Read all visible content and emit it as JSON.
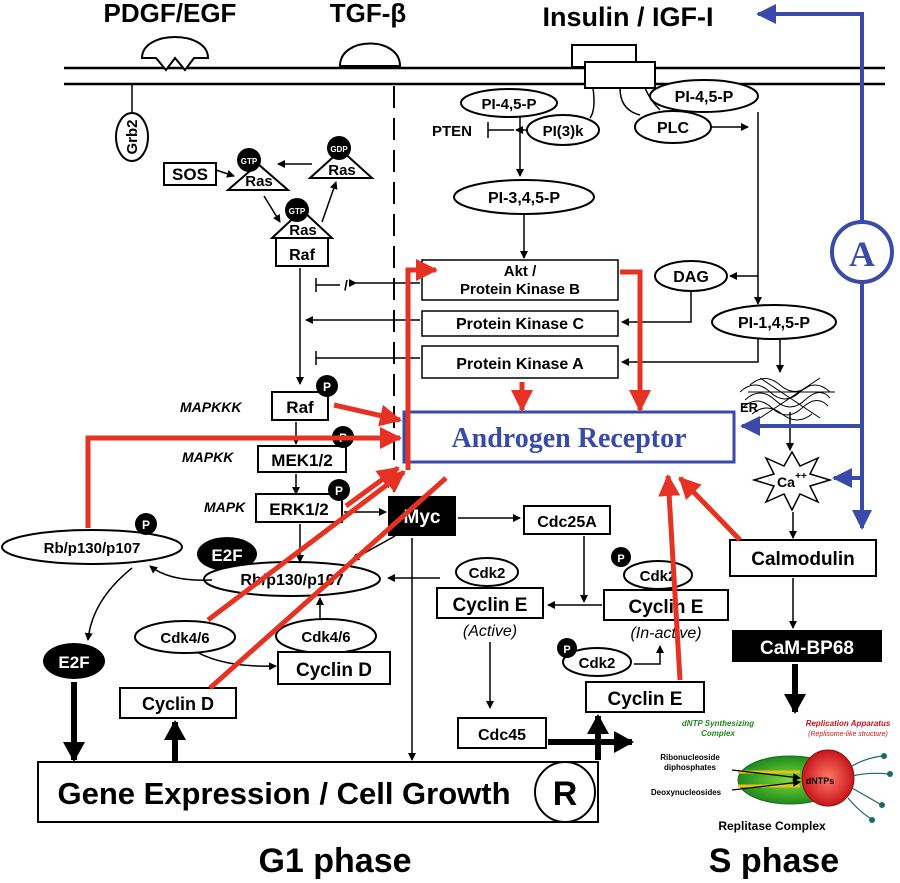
{
  "receptors": {
    "pdgf": "PDGF/EGF",
    "tgf": "TGF-β",
    "insulin": "Insulin / IGF-I"
  },
  "nodes": {
    "grb2": "Grb2",
    "sos": "SOS",
    "gtp": "GTP",
    "gdp": "GDP",
    "ras": "Ras",
    "raf": "Raf",
    "pi45p": "PI-4,5-P",
    "pten": "PTEN",
    "pi3k": "PI(3)k",
    "plc": "PLC",
    "pi345p": "PI-3,4,5-P",
    "akt_line1": "Akt /",
    "akt_line2": "Protein Kinase B",
    "dag": "DAG",
    "pkc": "Protein Kinase C",
    "pka": "Protein Kinase A",
    "pi145p": "PI-1,4,5-P",
    "er": "ER",
    "ca": "Ca",
    "ca_sup": "++",
    "p": "P",
    "slash": "/",
    "mapkkk": "MAPKKK",
    "mapkk": "MAPKK",
    "mapk": "MAPK",
    "mek": "MEK1/2",
    "erk": "ERK1/2",
    "myc": "Myc",
    "cdc25a": "Cdc25A",
    "androgen_receptor": "Androgen Receptor",
    "calmodulin": "Calmodulin",
    "cambp68": "CaM-BP68",
    "rb": "Rb/p130/p107",
    "e2f": "E2F",
    "cdk46": "Cdk4/6",
    "cyclin_d": "Cyclin D",
    "cdk2": "Cdk2",
    "cyclin_e": "Cyclin E",
    "cyclin_e_active": "(Active)",
    "cyclin_e_inactive": "(In-active)",
    "cdc45": "Cdc45",
    "gene_expression": "Gene Expression / Cell Growth",
    "r": "R",
    "a": "A"
  },
  "replitase": {
    "dntp_complex_1": "dNTP Synthesizing",
    "dntp_complex_2": "Complex",
    "apparatus_1": "Replication Apparatus",
    "apparatus_2": "(Replisome-like structure)",
    "ribo_1": "Ribonucleoside",
    "ribo_2": "diphosphates",
    "deoxy": "Deoxynucleosides",
    "dntps": "dNTPs",
    "title": "Replitase Complex"
  },
  "phases": {
    "g1": "G1 phase",
    "s": "S phase"
  },
  "colors": {
    "red": "#e63223",
    "blue": "#3a4aa8",
    "black": "#000000"
  }
}
